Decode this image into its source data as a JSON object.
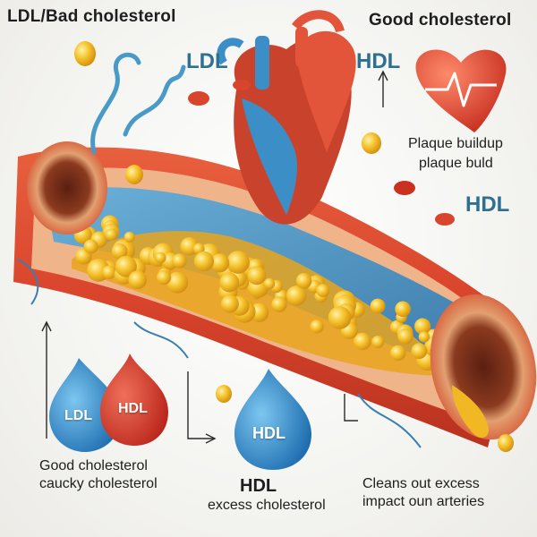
{
  "header_left": "LDL/Bad cholesterol",
  "header_right": "Good cholesterol",
  "label_ldl_top": "LDL",
  "label_hdl_top": "HDL",
  "plaque_line1": "Plaque buildup",
  "plaque_line2": "plaque buld",
  "label_hdl_right": "HDL",
  "drop_ldl": "LDL",
  "drop_hdl_red": "HDL",
  "drop_hdl_center": "HDL",
  "bottom_left_line1": "Good cholesterol",
  "bottom_left_line2": "caucky cholesterol",
  "bottom_center_line1": "HDL",
  "bottom_center_line2": "excess cholesterol",
  "bottom_right_line1": "Cleans out excess",
  "bottom_right_line2": "impact oun arteries",
  "colors": {
    "artery_red": "#d9442c",
    "artery_wall": "#e8a47a",
    "blood_blue": "#3f8fc4",
    "plaque_yellow": "#f2b824",
    "heart_red": "#e2402f",
    "drop_blue": "#2a86c8",
    "drop_red": "#d8332a"
  }
}
